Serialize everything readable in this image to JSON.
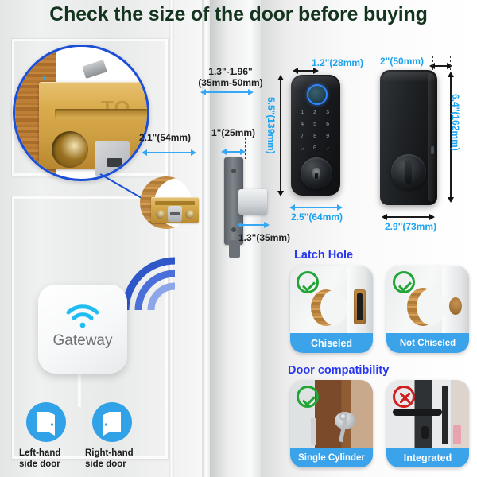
{
  "title": "Check the size of the door before buying",
  "dimensions": {
    "door_thickness": "1.3\"-1.96\"\n(35mm-50mm)",
    "door_thickness_line1": "1.3\"-1.96\"",
    "door_thickness_line2": "(35mm-50mm)",
    "backset": "2.1\"(54mm)",
    "latch_faceplate_width": "1\"(25mm)",
    "bolt_throw": "1.3\"(35mm)",
    "front_height": "5.5\"(139mm)",
    "front_depth": "1.2\"(28mm)",
    "front_width": "2.5\"(64mm)",
    "back_width": "2\"(50mm)",
    "back_height": "6.4\"(162mm)",
    "back_depth": "2.9\"(73mm)"
  },
  "keypad": {
    "rows": [
      [
        "1",
        "2",
        "3"
      ],
      [
        "4",
        "5",
        "6"
      ],
      [
        "7",
        "8",
        "9"
      ],
      [
        "↵",
        "0",
        "✓"
      ]
    ],
    "fingerprint_icon": "fingerprint-icon"
  },
  "gateway": {
    "label": "Gateway",
    "wifi_icon": "wifi-icon",
    "signal_icon": "wifi-signal-icon"
  },
  "handing": {
    "left": {
      "line1": "Left-hand",
      "line2": "side door",
      "icon": "door-left-icon"
    },
    "right": {
      "line1": "Right-hand",
      "line2": "side door",
      "icon": "door-right-icon"
    }
  },
  "sections": [
    {
      "heading": "Latch Hole",
      "cards": [
        {
          "caption": "Chiseled",
          "status": "ok",
          "status_icon": "check-circle-icon"
        },
        {
          "caption": "Not Chiseled",
          "status": "ok",
          "status_icon": "check-circle-icon"
        }
      ]
    },
    {
      "heading": "Door compatibility",
      "cards": [
        {
          "caption": "Single Cylinder",
          "status": "ok",
          "status_icon": "check-circle-icon"
        },
        {
          "caption": "Integrated",
          "status": "no",
          "status_icon": "cross-circle-icon"
        }
      ]
    }
  ],
  "colors": {
    "title": "#14341f",
    "dimension_blue": "#1aa3f0",
    "heading_blue": "#2736f0",
    "caption_bar": "#3ba3ea",
    "ok_green": "#22a436",
    "no_red": "#cf1f1f",
    "magnifier_ring": "#1b4fd8",
    "icon_blue": "#31a2e8"
  }
}
